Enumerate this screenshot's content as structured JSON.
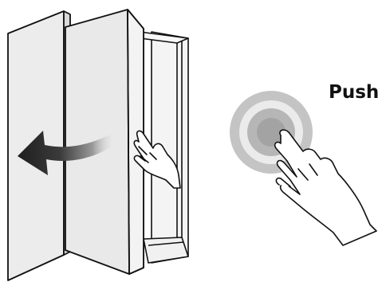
{
  "labels": {
    "push": "Push"
  },
  "icons": {
    "door": "folding-door-panel",
    "arrow": "open-direction-arrow",
    "hand_on_door": "hand-pushing-door",
    "push_target": "concentric-push-circles",
    "hand_pressing": "hand-pressing-button"
  },
  "colors": {
    "panel_fill": "#ececec",
    "panel_fill_dark": "#e2e2e2",
    "outline": "#111111",
    "arrow_dark": "#2b2b2b",
    "ring_outer": "#c8c8c8",
    "ring_mid": "#e6e6e6",
    "ring_inner": "#b9b9b9"
  }
}
